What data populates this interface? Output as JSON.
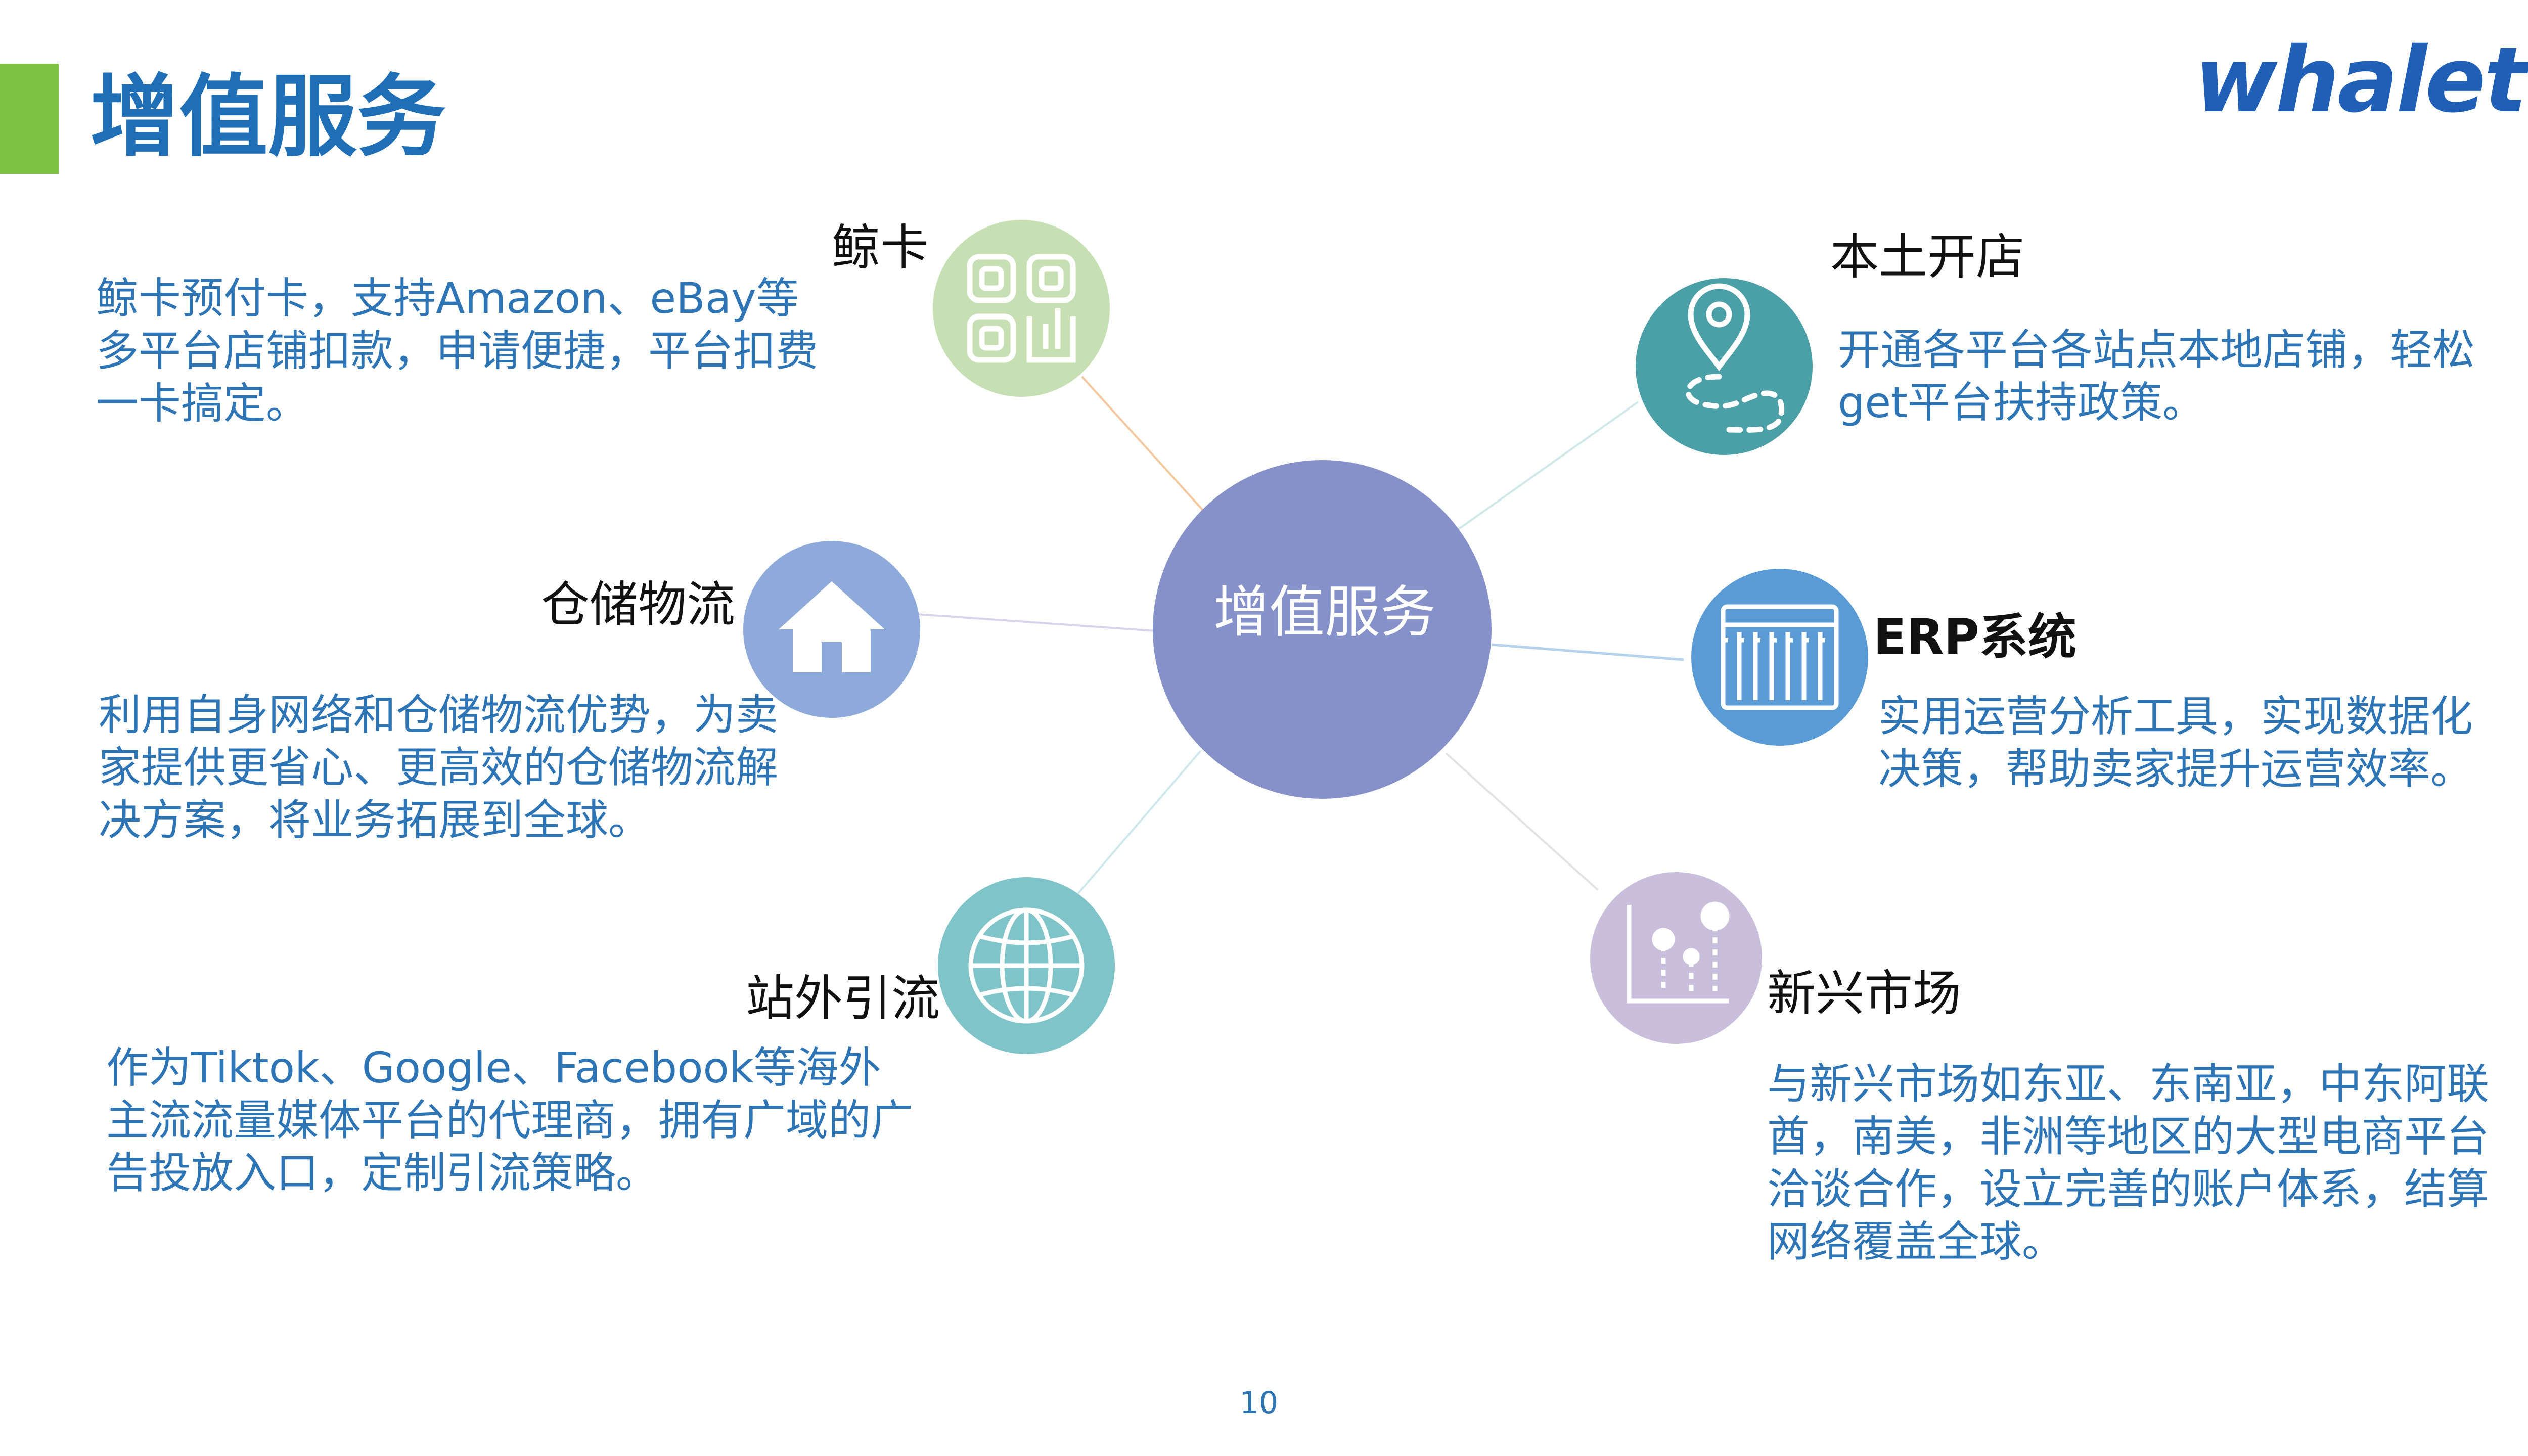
{
  "header": {
    "title": "增值服务",
    "logo_text": "whalet"
  },
  "center": {
    "label": "增值服务",
    "color": "#8591c8"
  },
  "services": [
    {
      "key": "whale-card",
      "title": "鲸卡",
      "icon": "qr-code-icon",
      "color": "#c6e0b4",
      "description": "鲸卡预付卡，支持Amazon、eBay等多平台店铺扣款，申请便捷，平台扣费一卡搞定。"
    },
    {
      "key": "local-store",
      "title": "本土开店",
      "icon": "map-pin-route-icon",
      "color": "#4aa0a6",
      "description": "开通各平台各站点本地店铺，轻松get平台扶持政策。"
    },
    {
      "key": "warehouse-logistics",
      "title": "仓储物流",
      "icon": "house-icon",
      "color": "#8eaadb",
      "description": "利用自身网络和仓储物流优势，为卖家提供更省心、更高效的仓储物流解决方案，将业务拓展到全球。"
    },
    {
      "key": "erp",
      "title": "ERP系统",
      "icon": "server-rack-icon",
      "color": "#5b9bd5",
      "description": "实用运营分析工具，实现数据化决策，帮助卖家提升运营效率。"
    },
    {
      "key": "offsite-traffic",
      "title": "站外引流",
      "icon": "globe-icon",
      "color": "#7fc4c8",
      "description": "作为Tiktok、Google、Facebook等海外主流流量媒体平台的代理商，拥有广域的广告投放入口，定制引流策略。"
    },
    {
      "key": "emerging-markets",
      "title": "新兴市场",
      "icon": "chart-pins-icon",
      "color": "#c9bedc",
      "description": "与新兴市场如东亚、东南亚，中东阿联酋，南美，非洲等地区的大型电商平台洽谈合作，设立完善的账户体系，结算网络覆盖全球。"
    }
  ],
  "footer": {
    "page_number": "10"
  }
}
